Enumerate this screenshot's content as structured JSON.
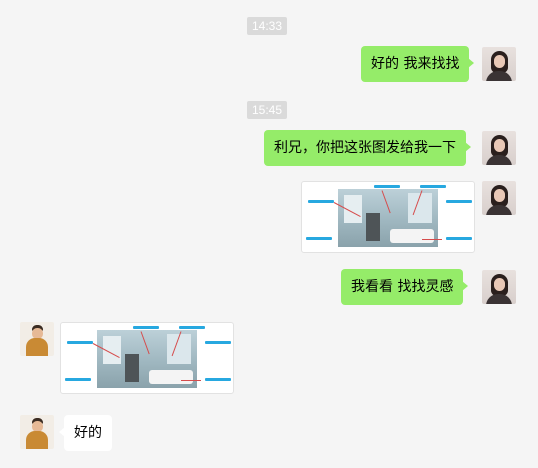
{
  "timestamps": [
    "14:33",
    "15:45"
  ],
  "messages": {
    "m1": "好的 我来找找",
    "m2": "利兄，你把这张图发给我一下",
    "m4": "我看看  找找灵感",
    "m6": "好的"
  },
  "colors": {
    "background": "#f5f5f5",
    "outgoing_bubble": "#95ec69",
    "incoming_bubble": "#ffffff",
    "timestamp_bg": "#dadada",
    "annotation_text": "#27a8e0",
    "annotation_line": "#d64c4c"
  },
  "icons": {
    "self_avatar": "user-avatar-woman",
    "other_avatar": "user-avatar-man",
    "image": "bathroom-design-image"
  }
}
